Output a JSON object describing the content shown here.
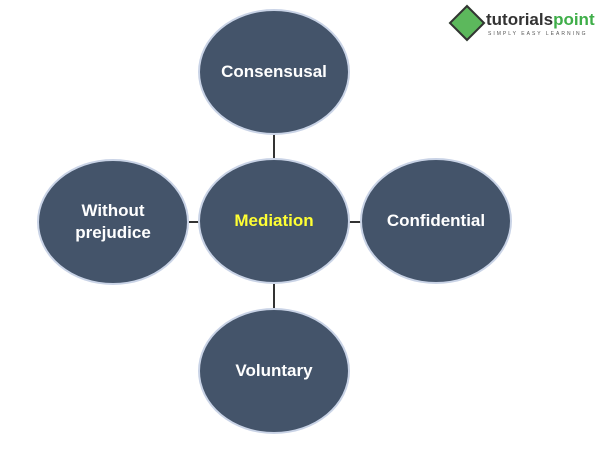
{
  "logo": {
    "name_part1": "tutorials",
    "name_part2": "point",
    "tagline": "SIMPLY EASY LEARNING"
  },
  "diagram": {
    "center": "Mediation",
    "top": "Consensusal",
    "left": "Without prejudice",
    "right": "Confidential",
    "bottom": "Voluntary"
  },
  "colors": {
    "node": "#44546a",
    "center_text": "#ffff33",
    "text": "#ffffff"
  }
}
